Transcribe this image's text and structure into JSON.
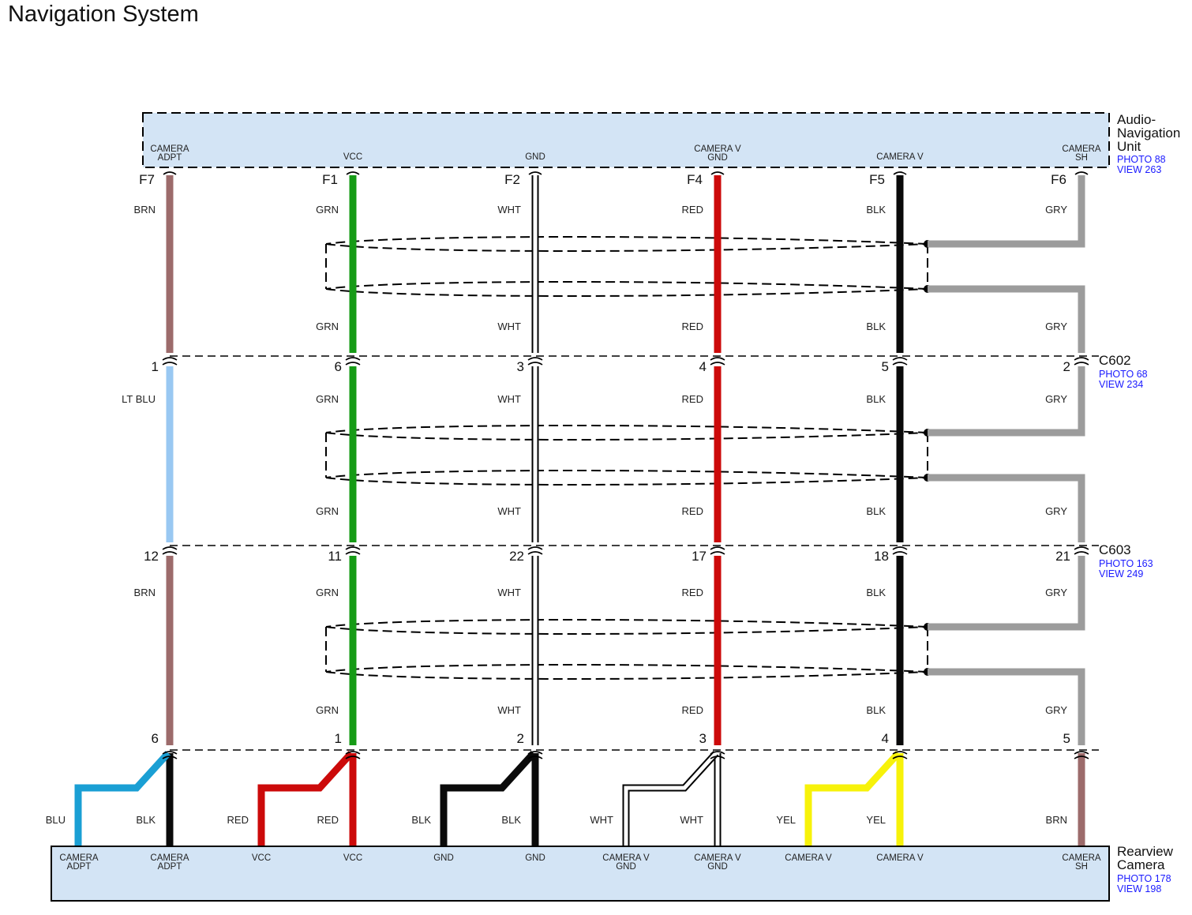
{
  "title": "Navigation System",
  "colors": {
    "BRN": "#9c6b6b",
    "GRN": "#169b16",
    "WHT": "#ffffff",
    "RED": "#cc0a0a",
    "BLK": "#0a0a0a",
    "GRY": "#9c9c9c",
    "LT BLU": "#99c8f2",
    "BLU": "#1a9fd4",
    "YEL": "#f7f20a",
    "box_fill": "#d3e4f5"
  },
  "top_unit": {
    "name_lines": [
      "Audio-",
      "Navigation",
      "Unit"
    ],
    "photo": "PHOTO 88",
    "view": "VIEW 263",
    "pins": [
      {
        "lines": [
          "CAMERA",
          "ADPT"
        ],
        "connector_pin": "F7"
      },
      {
        "lines": [
          "VCC"
        ],
        "connector_pin": "F1"
      },
      {
        "lines": [
          "GND"
        ],
        "connector_pin": "F2"
      },
      {
        "lines": [
          "CAMERA V",
          "GND"
        ],
        "connector_pin": "F4"
      },
      {
        "lines": [
          "CAMERA V"
        ],
        "connector_pin": "F5"
      },
      {
        "lines": [
          "CAMERA",
          "SH"
        ],
        "connector_pin": "F6"
      }
    ]
  },
  "bottom_unit": {
    "name_lines": [
      "Rearview",
      "Camera"
    ],
    "photo": "PHOTO 178",
    "view": "VIEW 198",
    "pins": [
      {
        "lines": [
          "CAMERA",
          "ADPT"
        ]
      },
      {
        "lines": [
          "CAMERA",
          "ADPT"
        ]
      },
      {
        "lines": [
          "VCC"
        ]
      },
      {
        "lines": [
          "VCC"
        ]
      },
      {
        "lines": [
          "GND"
        ]
      },
      {
        "lines": [
          "GND"
        ]
      },
      {
        "lines": [
          "CAMERA V",
          "GND"
        ]
      },
      {
        "lines": [
          "CAMERA V",
          "GND"
        ]
      },
      {
        "lines": [
          "CAMERA V"
        ]
      },
      {
        "lines": [
          "CAMERA V"
        ]
      },
      {
        "lines": [
          "CAMERA",
          "SH"
        ]
      }
    ]
  },
  "connectors": [
    {
      "name": "C602",
      "photo": "PHOTO 68",
      "view": "VIEW 234",
      "pins": [
        "1",
        "6",
        "3",
        "4",
        "5",
        "2"
      ]
    },
    {
      "name": "C603",
      "photo": "PHOTO 163",
      "view": "VIEW 249",
      "pins": [
        "12",
        "11",
        "22",
        "17",
        "18",
        "21"
      ]
    },
    {
      "name": "",
      "photo": "",
      "view": "",
      "pins": [
        "6",
        "1",
        "2",
        "3",
        "4",
        "5"
      ]
    }
  ],
  "segments": [
    {
      "top": [
        "BRN",
        "GRN",
        "WHT",
        "RED",
        "BLK",
        "GRY"
      ],
      "bottom": [
        "",
        "GRN",
        "WHT",
        "RED",
        "BLK",
        "GRY"
      ]
    },
    {
      "top": [
        "LT BLU",
        "GRN",
        "WHT",
        "RED",
        "BLK",
        "GRY"
      ],
      "bottom": [
        "",
        "GRN",
        "WHT",
        "RED",
        "BLK",
        "GRY"
      ]
    },
    {
      "top": [
        "BRN",
        "GRN",
        "WHT",
        "RED",
        "BLK",
        "GRY"
      ],
      "bottom": [
        "",
        "GRN",
        "WHT",
        "RED",
        "BLK",
        "GRY"
      ]
    }
  ],
  "segment_colors": [
    [
      "BRN",
      "GRN",
      "WHT",
      "RED",
      "BLK",
      "GRY"
    ],
    [
      "LT BLU",
      "GRN",
      "WHT",
      "RED",
      "BLK",
      "GRY"
    ],
    [
      "BRN",
      "GRN",
      "WHT",
      "RED",
      "BLK",
      "GRY"
    ]
  ],
  "final_wires": [
    {
      "color": "BLK",
      "label": "BLK",
      "branch_color": "BLU",
      "branch_label": "BLU"
    },
    {
      "color": "RED",
      "label": "RED",
      "branch_color": "RED",
      "branch_label": "RED"
    },
    {
      "color": "BLK",
      "label": "BLK",
      "branch_color": "BLK",
      "branch_label": "BLK"
    },
    {
      "color": "WHT",
      "label": "WHT",
      "branch_color": "WHT",
      "branch_label": "WHT"
    },
    {
      "color": "YEL",
      "label": "YEL",
      "branch_color": "YEL",
      "branch_label": "YEL"
    },
    {
      "color": "BRN",
      "label": "BRN",
      "branch_color": "",
      "branch_label": ""
    }
  ]
}
